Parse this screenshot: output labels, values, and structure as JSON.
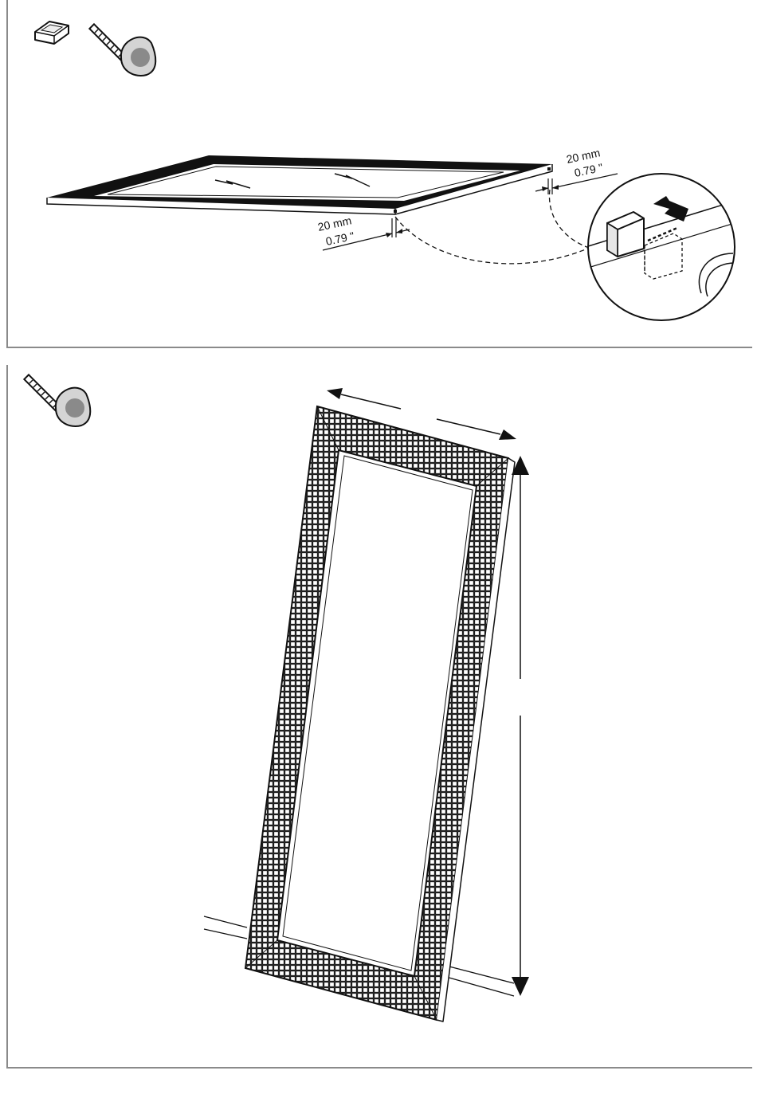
{
  "panels": [
    {
      "id": "step-1",
      "tool_icons": [
        "felt-pad-icon",
        "tape-measure-icon"
      ],
      "dimensions": [
        {
          "metric": "20 mm",
          "imperial": "0.79 \""
        },
        {
          "metric": "20 mm",
          "imperial": "0.79 \""
        }
      ]
    },
    {
      "id": "step-2",
      "tool_icons": [
        "tape-measure-icon"
      ]
    }
  ],
  "colors": {
    "line": "#111111",
    "frame_border": "#8a8a8a",
    "tape_dial": "#8a8a8a",
    "tape_shell": "#d4d4d4"
  }
}
